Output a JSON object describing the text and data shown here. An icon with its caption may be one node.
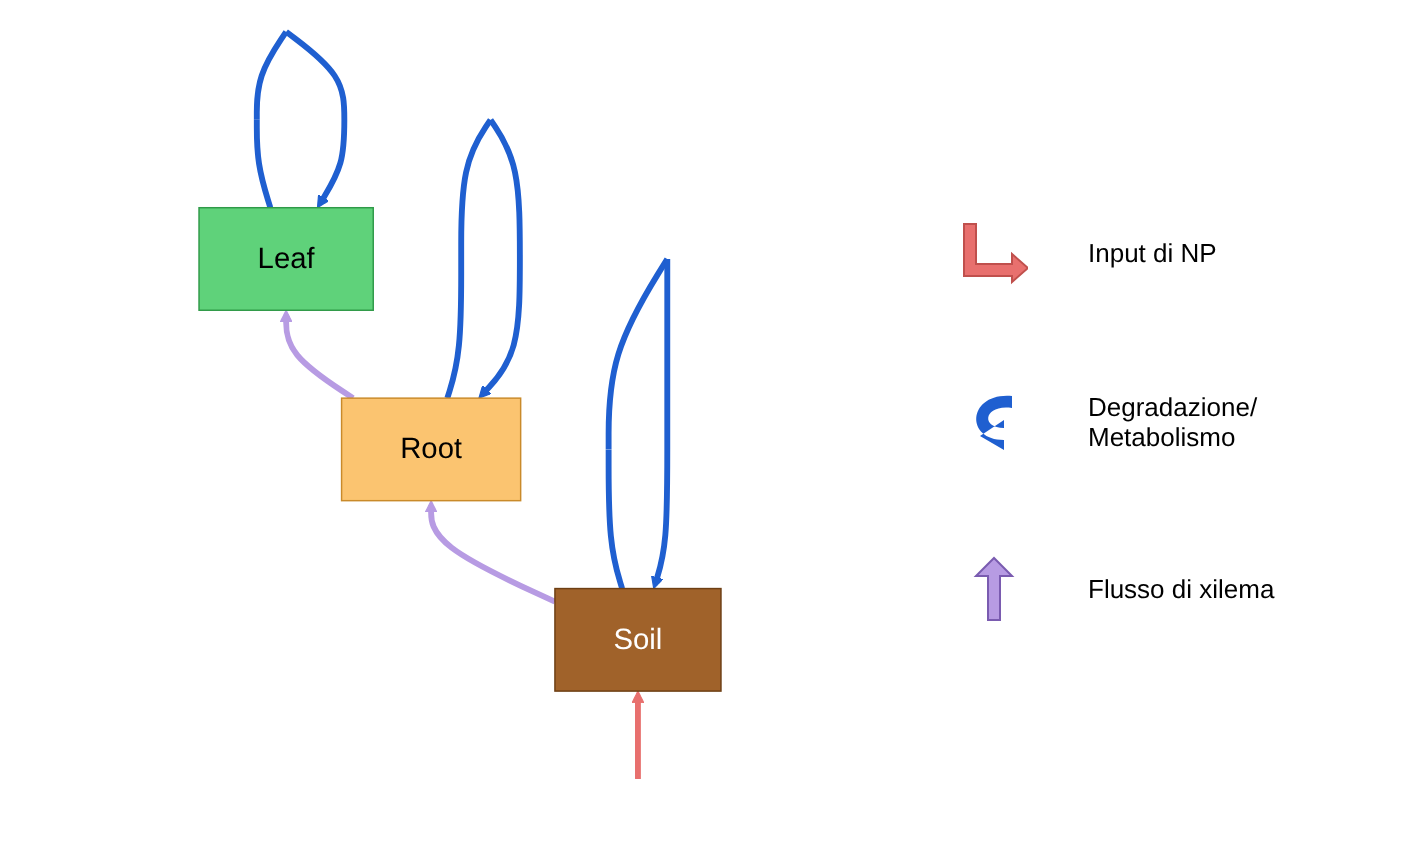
{
  "diagram": {
    "nodes": [
      {
        "text": [
          "Leaf"
        ]
      },
      {
        "text": [
          "Root"
        ]
      },
      {
        "text": [
          "Soil"
        ]
      }
    ],
    "edges": [
      {
        "from": 2,
        "to": 1,
        "arrow": "to",
        "color": "#b79be3"
      },
      {
        "from": 1,
        "to": 0,
        "arrow": "to",
        "color": "#b79be3"
      },
      {
        "from": 0,
        "to": 0,
        "arrow": "to",
        "color": "#1f5fd0"
      },
      {
        "from": 1,
        "to": 1,
        "arrow": "to",
        "color": "#1f5fd0"
      },
      {
        "from": 2,
        "to": 2,
        "arrow": "to",
        "color": "#1f5fd0"
      },
      {
        "from": null,
        "to": 2,
        "arrow": "to",
        "color": "#e8706e"
      }
    ],
    "legend": [
      {
        "text": "Input di NP"
      },
      {
        "text": "Degradazione/ Metabolismo"
      },
      {
        "text": "Flusso di xilema"
      }
    ]
  }
}
